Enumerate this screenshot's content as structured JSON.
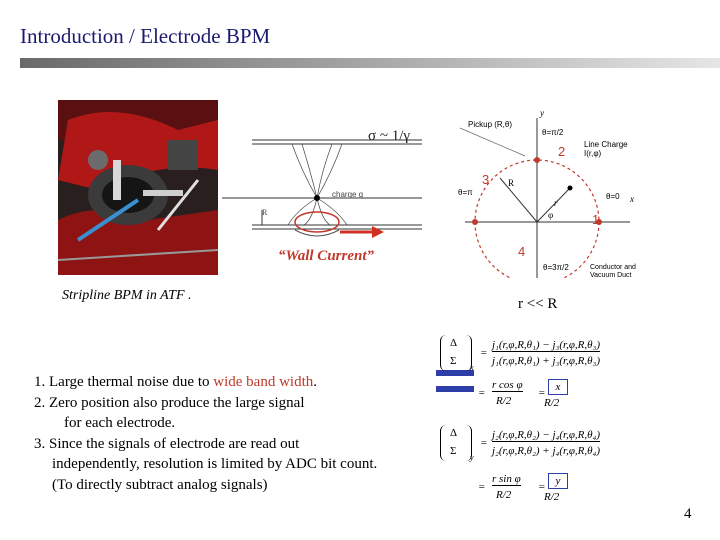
{
  "title": "Introduction / Electrode BPM",
  "photo_caption": "Stripline BPM  in ATF .",
  "wall_diagram": {
    "sigma": "σ ~ 1/γ",
    "wall_current": "“Wall Current”",
    "charge_label": "charge q",
    "r_label": "R"
  },
  "coord_diagram": {
    "pickup": "Pickup (R,θ)",
    "line_charge": "Line Charge I(r,φ)",
    "theta_pi2": "θ=π/2",
    "theta_pi": "θ=π",
    "theta_0": "θ=0",
    "theta_3pi2": "θ=3π/2",
    "conductor": "Conductor and Vacuum Duct",
    "R": "R",
    "x_axis": "x",
    "y_axis": "y",
    "r": "r",
    "phi": "φ",
    "electrode_1": "1",
    "electrode_2": "2",
    "electrode_3": "3",
    "electrode_4": "4"
  },
  "condition": "r << R",
  "equations": {
    "top_lhs_num": "Δ",
    "top_lhs_den": "Σ",
    "top_sub": "x",
    "top_frac_num": "j₁(r,φ,R,θ₁) − j₃(r,φ,R,θ₃)",
    "top_frac_den": "j₁(r,φ,R,θ₁) + j₃(r,φ,R,θ₃)",
    "top_approx_num": "r cos φ",
    "top_approx_den": "R/2",
    "top_result_num": "x",
    "top_result_den": "R/2",
    "bottom_lhs_num": "Δ",
    "bottom_lhs_den": "Σ",
    "bottom_sub": "y",
    "bottom_frac_num": "j₂(r,φ,R,θ₂) − j₄(r,φ,R,θ₄)",
    "bottom_frac_den": "j₂(r,φ,R,θ₂) + j₄(r,φ,R,θ₄)",
    "bottom_approx_num": "r sin φ",
    "bottom_approx_den": "R/2",
    "bottom_result_num": "y",
    "bottom_result_den": "R/2"
  },
  "notes": {
    "l1_a": "1. Large thermal noise due to ",
    "l1_red": "wide band width",
    "l1_b": ".",
    "l2": "2. Zero position also produce the large signal",
    "l3": "for each electrode.",
    "l4": "3. Since the signals of electrode are read out",
    "l5": "independently, resolution is limited by ADC bit count.",
    "l6": "(To directly subtract analog signals)"
  },
  "page_number": "4",
  "colors": {
    "accent_red": "#c0392b",
    "title_blue": "#1a1a6e",
    "bar_blue": "#2d3ea8"
  }
}
